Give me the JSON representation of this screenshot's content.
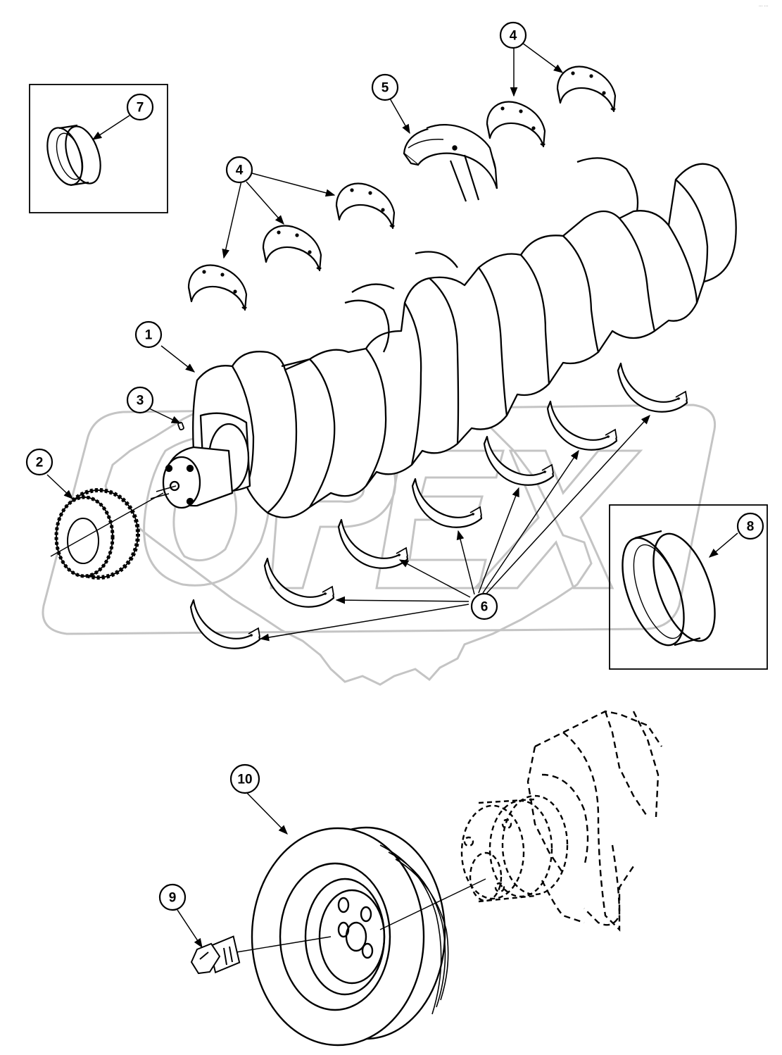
{
  "watermark": {
    "text": "OPEX",
    "color": "#c4c4c4"
  },
  "corner_mark": "··· ···",
  "callouts": [
    {
      "id": "1",
      "label": "1"
    },
    {
      "id": "2",
      "label": "2"
    },
    {
      "id": "3",
      "label": "3"
    },
    {
      "id": "4a",
      "label": "4"
    },
    {
      "id": "4b",
      "label": "4"
    },
    {
      "id": "5",
      "label": "5"
    },
    {
      "id": "6",
      "label": "6"
    },
    {
      "id": "7",
      "label": "7"
    },
    {
      "id": "8",
      "label": "8"
    },
    {
      "id": "9",
      "label": "9"
    },
    {
      "id": "10",
      "label": "10"
    }
  ],
  "parts": [
    {
      "ref": "1",
      "icon": "crankshaft-icon"
    },
    {
      "ref": "2",
      "icon": "crank-gear-icon"
    },
    {
      "ref": "3",
      "icon": "dowel-pin-icon"
    },
    {
      "ref": "4",
      "icon": "main-bearing-upper-icon"
    },
    {
      "ref": "5",
      "icon": "thrust-bearing-icon"
    },
    {
      "ref": "6",
      "icon": "main-bearing-lower-icon"
    },
    {
      "ref": "7",
      "icon": "front-wear-sleeve-icon"
    },
    {
      "ref": "8",
      "icon": "rear-wear-sleeve-icon"
    },
    {
      "ref": "9",
      "icon": "bolt-icon"
    },
    {
      "ref": "10",
      "icon": "vibration-damper-icon"
    }
  ]
}
